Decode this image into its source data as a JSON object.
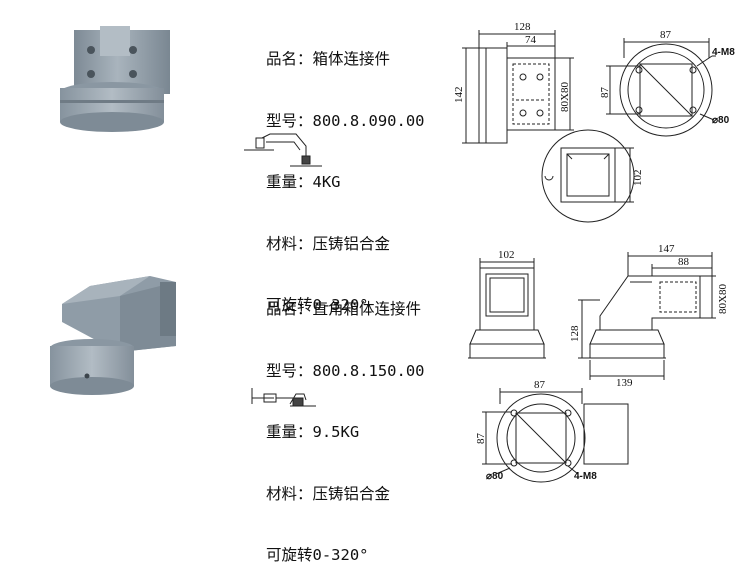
{
  "products": [
    {
      "spec_lines": [
        "品名：箱体连接件",
        "型号：800.8.090.00",
        "重量：4KG",
        "材料：压铸铝合金",
        "可旋转0-320°"
      ],
      "dims": {
        "overall_width": "128",
        "inner_width": "74",
        "height": "142",
        "box_size": "80X80",
        "flange_size": "87",
        "flange_size_side": "87",
        "bolts": "4-M8",
        "circle_dia": "⌀80",
        "lower_height": "102"
      }
    },
    {
      "spec_lines": [
        "品名：直角箱体连接件",
        "型号：800.8.150.00",
        "重量：9.5KG",
        "材料：压铸铝合金",
        "可旋转0-320°"
      ],
      "dims": {
        "front_width": "102",
        "height": "128",
        "overall_width": "147",
        "arm_length": "88",
        "box_size": "80X80",
        "base_length": "139",
        "flange_size": "87",
        "flange_size_side": "87",
        "circle_dia": "⌀80",
        "bolts": "4-M8"
      }
    }
  ]
}
